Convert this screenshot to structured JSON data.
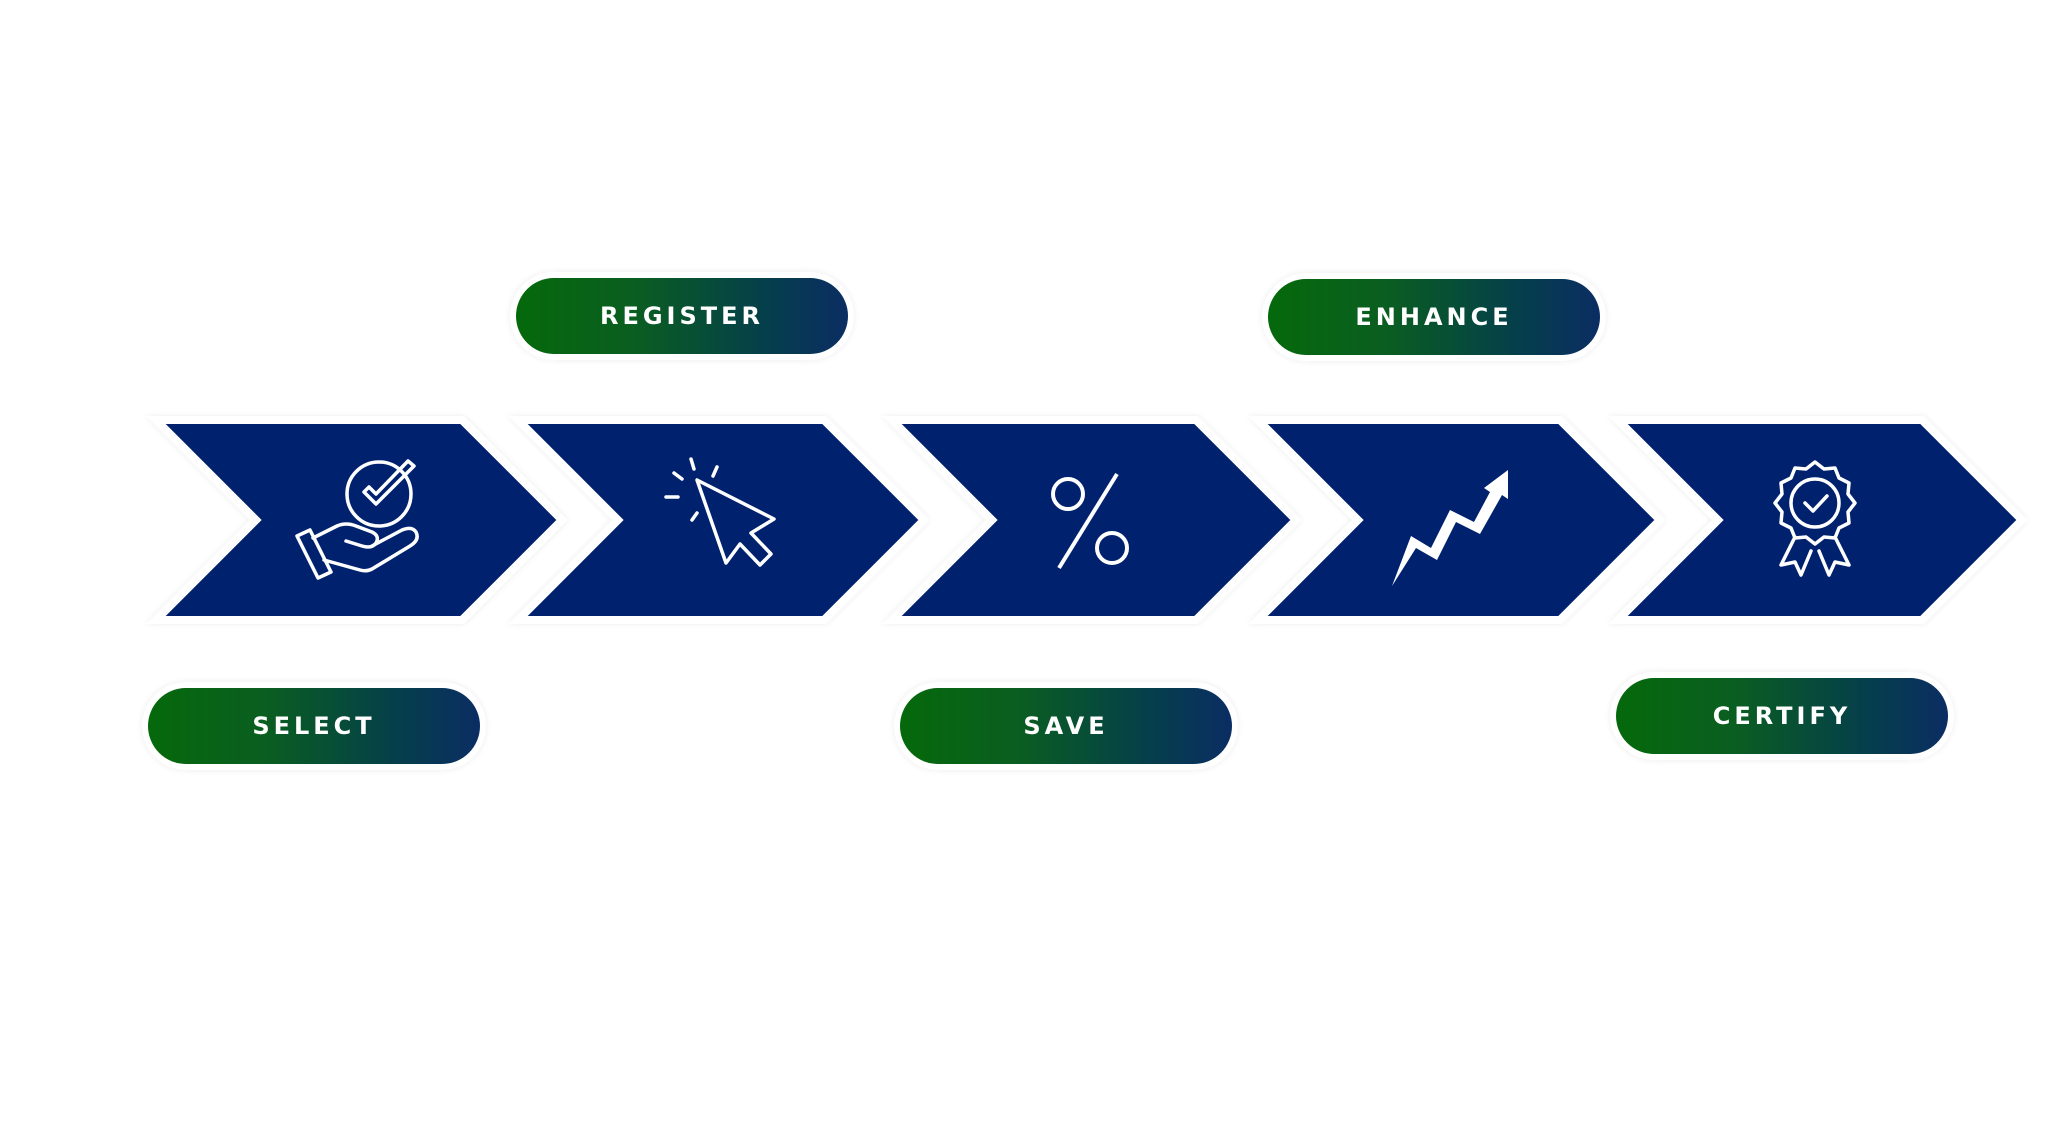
{
  "steps": [
    {
      "label": "SELECT",
      "icon": "hand-check-icon"
    },
    {
      "label": "REGISTER",
      "icon": "cursor-click-icon"
    },
    {
      "label": "SAVE",
      "icon": "percent-icon"
    },
    {
      "label": "ENHANCE",
      "icon": "trend-up-arrow-icon"
    },
    {
      "label": "CERTIFY",
      "icon": "award-badge-icon"
    }
  ],
  "colors": {
    "chevron_fill": "#04226e",
    "pill_gradient_start": "#05690b",
    "pill_gradient_end": "#0b2d63",
    "label_text": "#ffffff",
    "icon_stroke": "#ffffff"
  }
}
